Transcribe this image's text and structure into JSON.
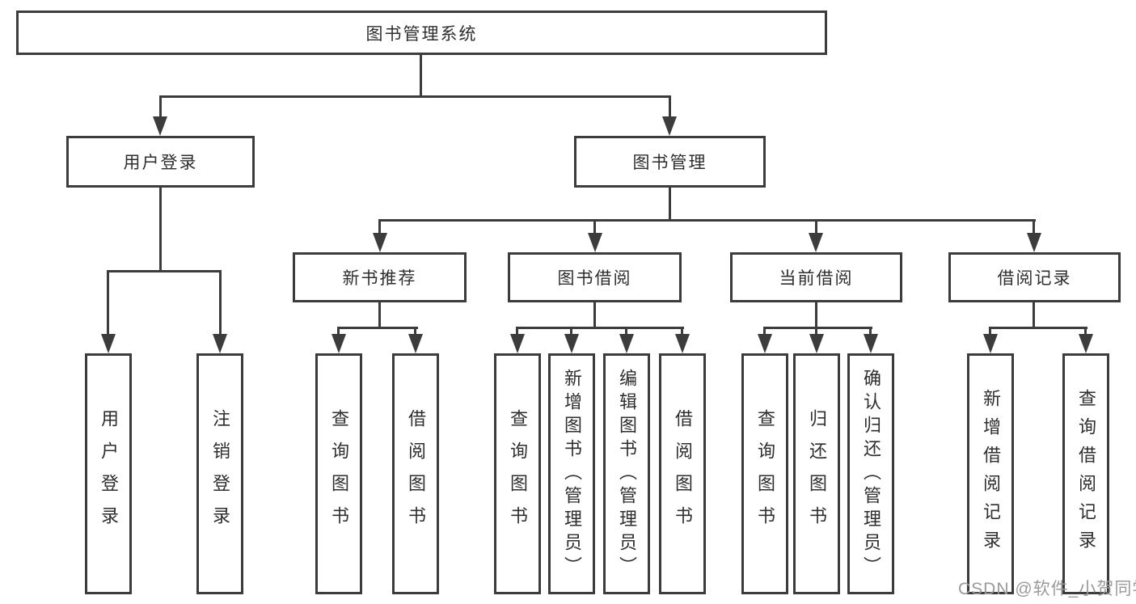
{
  "diagram": {
    "background": "#ffffff",
    "line_color": "#3c3c3c",
    "text_color": "#2e2e2e",
    "tree": {
      "root": "图书管理系统",
      "branches": [
        {
          "label": "用户登录",
          "children": [
            {
              "label": "用户登录"
            },
            {
              "label": "注销登录"
            }
          ]
        },
        {
          "label": "图书管理",
          "children": [
            {
              "label": "新书推荐",
              "children": [
                {
                  "label": "查询图书"
                },
                {
                  "label": "借阅图书"
                }
              ]
            },
            {
              "label": "图书借阅",
              "children": [
                {
                  "label": "查询图书"
                },
                {
                  "label": "新增图书（管理员）"
                },
                {
                  "label": "编辑图书（管理员）"
                },
                {
                  "label": "借阅图书"
                }
              ]
            },
            {
              "label": "当前借阅",
              "children": [
                {
                  "label": "查询图书"
                },
                {
                  "label": "归还图书"
                },
                {
                  "label": "确认归还（管理员）"
                }
              ]
            },
            {
              "label": "借阅记录",
              "children": [
                {
                  "label": "新增借阅记录"
                },
                {
                  "label": "查询借阅记录"
                }
              ]
            }
          ]
        }
      ]
    },
    "watermark": {
      "text": "CSDN @软件_小贺同学",
      "color": "#9a9a9a"
    }
  }
}
